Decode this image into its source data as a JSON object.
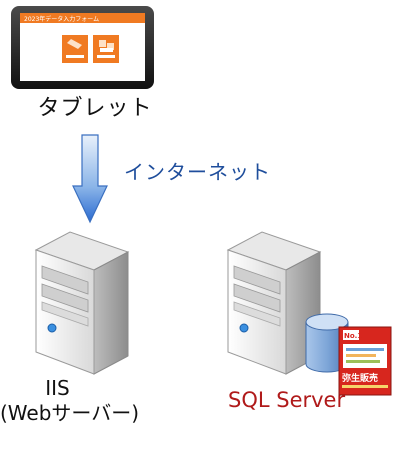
{
  "tablet": {
    "label": "タブレット",
    "screen_header": "2023年データ入力フォーム"
  },
  "connection": {
    "label": "インターネット",
    "arrow_color": "#3a7bd5"
  },
  "web_server": {
    "label_line1": "IIS",
    "label_line2": "(Webサーバー)"
  },
  "db_server": {
    "label": "SQL Server",
    "label_color": "#b01a1a"
  },
  "product_box": {
    "badge": "No.1",
    "title": "弥生販売"
  },
  "colors": {
    "tablet_screen_accent": "#f07a22",
    "server_body": "#f2f2f2",
    "database": "#8fb4dd"
  }
}
